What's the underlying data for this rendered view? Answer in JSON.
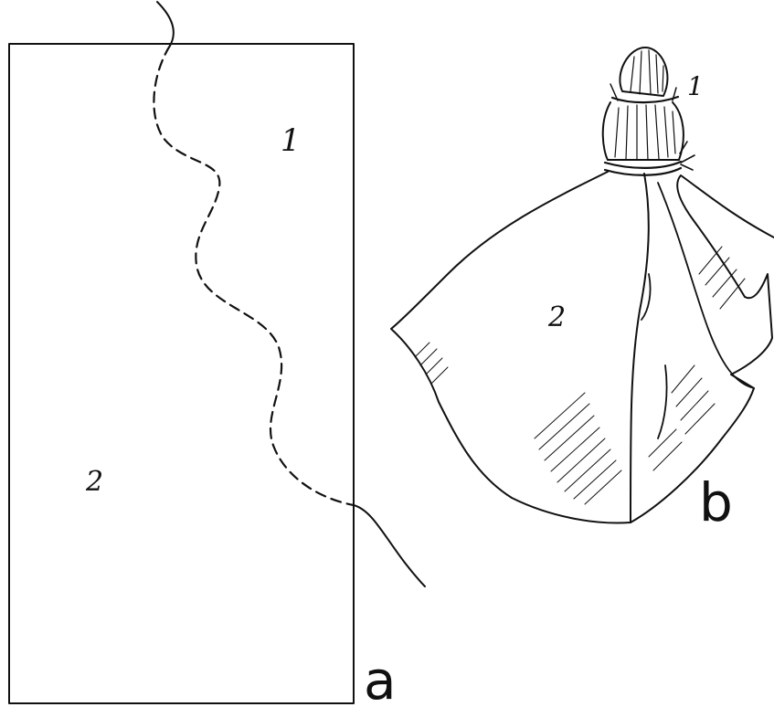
{
  "figure": {
    "panel_a": {
      "letter": "a",
      "region_1": "1",
      "region_2": "2"
    },
    "panel_b": {
      "letter": "b",
      "label_1": "1",
      "label_2": "2"
    }
  }
}
